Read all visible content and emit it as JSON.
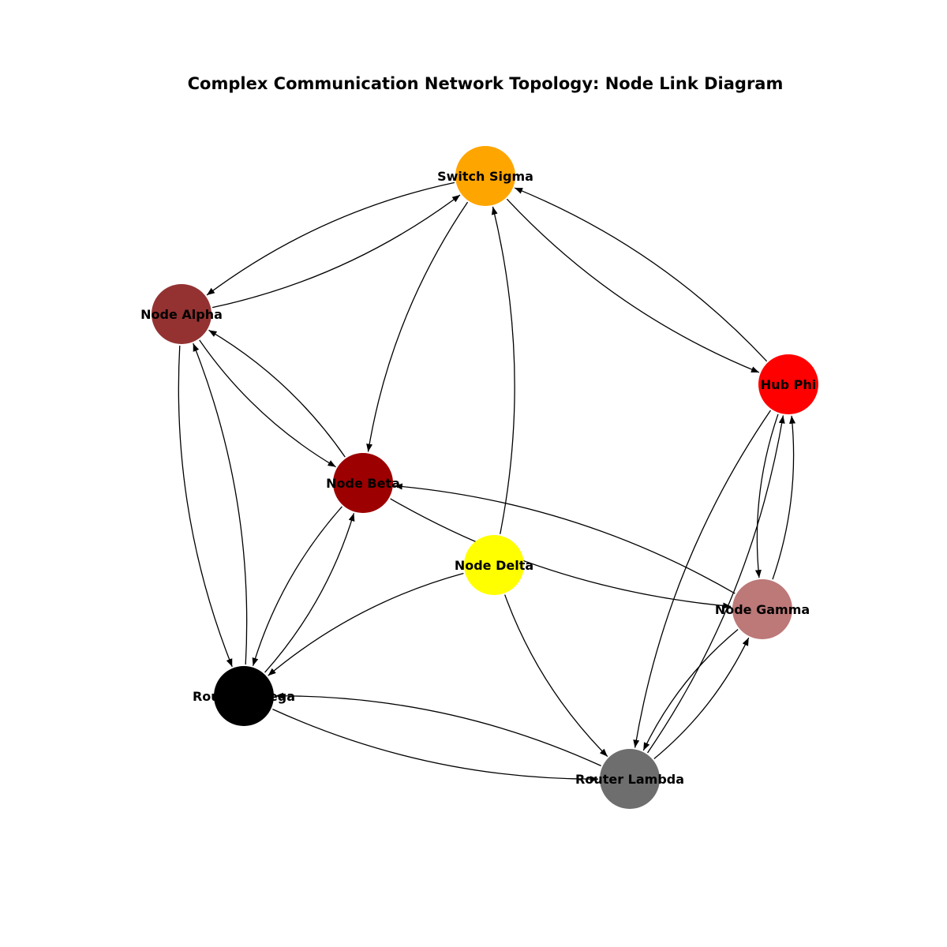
{
  "diagram": {
    "title": "Complex Communication Network Topology: Node Link Diagram",
    "nodes": [
      {
        "id": "switch_sigma",
        "label": "Switch Sigma",
        "color": "#FFA500"
      },
      {
        "id": "node_alpha",
        "label": "Node Alpha",
        "color": "#943232"
      },
      {
        "id": "hub_phi",
        "label": "Hub Phi",
        "color": "#FF0000"
      },
      {
        "id": "node_beta",
        "label": "Node Beta",
        "color": "#9C0000"
      },
      {
        "id": "node_delta",
        "label": "Node Delta",
        "color": "#FFFF00"
      },
      {
        "id": "node_gamma",
        "label": "Node Gamma",
        "color": "#BD7878"
      },
      {
        "id": "router_omega",
        "label": "Router Omega",
        "color": "#000000"
      },
      {
        "id": "router_lambda",
        "label": "Router Lambda",
        "color": "#6E6E6E"
      }
    ],
    "edges": [
      {
        "source": "switch_sigma",
        "target": "node_alpha"
      },
      {
        "source": "node_alpha",
        "target": "switch_sigma"
      },
      {
        "source": "switch_sigma",
        "target": "node_beta"
      },
      {
        "source": "switch_sigma",
        "target": "hub_phi"
      },
      {
        "source": "hub_phi",
        "target": "switch_sigma"
      },
      {
        "source": "node_delta",
        "target": "switch_sigma"
      },
      {
        "source": "node_alpha",
        "target": "node_beta"
      },
      {
        "source": "node_beta",
        "target": "node_alpha"
      },
      {
        "source": "node_alpha",
        "target": "router_omega"
      },
      {
        "source": "router_omega",
        "target": "node_alpha"
      },
      {
        "source": "node_beta",
        "target": "router_omega"
      },
      {
        "source": "router_omega",
        "target": "node_beta"
      },
      {
        "source": "node_gamma",
        "target": "node_beta"
      },
      {
        "source": "node_beta",
        "target": "node_gamma"
      },
      {
        "source": "node_delta",
        "target": "router_omega"
      },
      {
        "source": "node_delta",
        "target": "router_lambda"
      },
      {
        "source": "router_lambda",
        "target": "router_omega"
      },
      {
        "source": "router_omega",
        "target": "router_lambda"
      },
      {
        "source": "hub_phi",
        "target": "node_gamma"
      },
      {
        "source": "node_gamma",
        "target": "hub_phi"
      },
      {
        "source": "hub_phi",
        "target": "router_lambda"
      },
      {
        "source": "router_lambda",
        "target": "hub_phi"
      },
      {
        "source": "node_gamma",
        "target": "router_lambda"
      },
      {
        "source": "router_lambda",
        "target": "node_gamma"
      }
    ]
  }
}
